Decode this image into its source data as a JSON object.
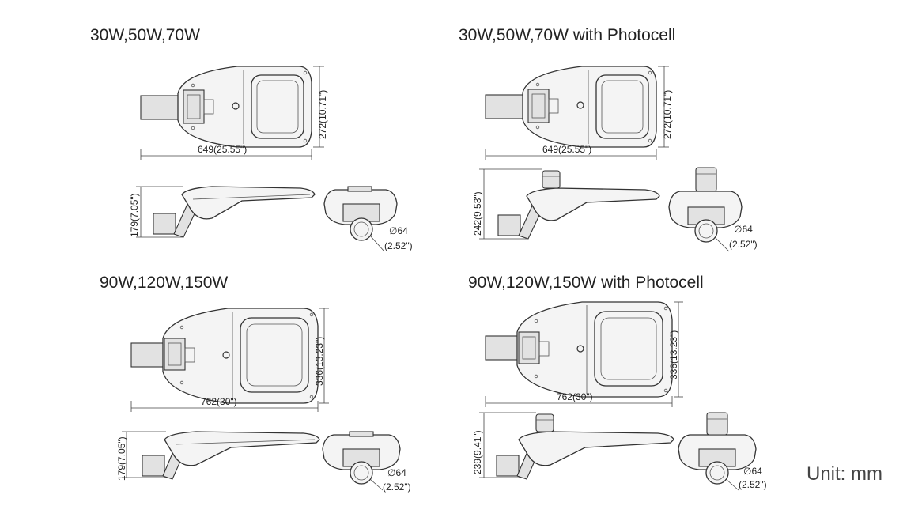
{
  "panels": [
    {
      "title": "30W,50W,70W",
      "length_label": "649(25.55\")",
      "width_label": "272(10.71\")",
      "height_label": "179(7.05\")",
      "pipe_dia_label": "∅64",
      "pipe_dia_inch_label": "(2.52\")",
      "photocell": false
    },
    {
      "title": "30W,50W,70W with Photocell",
      "length_label": "649(25.55\")",
      "width_label": "272(10.71\")",
      "height_label": "242(9.53\")",
      "pipe_dia_label": "∅64",
      "pipe_dia_inch_label": "(2.52\")",
      "photocell": true
    },
    {
      "title": "90W,120W,150W",
      "length_label": "762(30\")",
      "width_label": "336(13.23\")",
      "height_label": "179(7.05\")",
      "pipe_dia_label": "∅64",
      "pipe_dia_inch_label": "(2.52\")",
      "photocell": false
    },
    {
      "title": "90W,120W,150W with Photocell",
      "length_label": "762(30\")",
      "width_label": "336(13.23\")",
      "height_label": "239(9.41\")",
      "pipe_dia_label": "∅64",
      "pipe_dia_inch_label": "(2.52\")",
      "photocell": true
    }
  ],
  "unit_label": "Unit: mm"
}
